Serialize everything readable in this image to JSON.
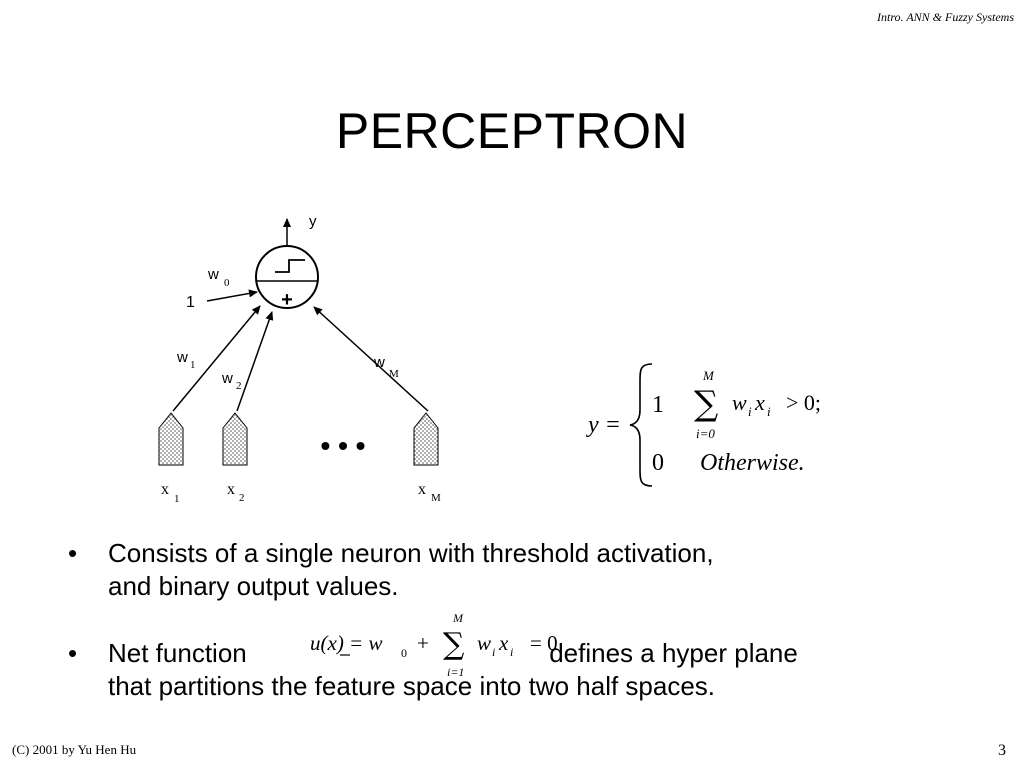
{
  "header": {
    "course": "Intro. ANN & Fuzzy Systems"
  },
  "slide": {
    "title": "PERCEPTRON",
    "page_number": "3",
    "footer": "(C) 2001 by Yu Hen Hu"
  },
  "diagram": {
    "output_label": "y",
    "bias_input": "1",
    "bias_weight": "w",
    "bias_weight_sub": "0",
    "plus_sign": "+",
    "weights": [
      {
        "base": "w",
        "sub": "1"
      },
      {
        "base": "w",
        "sub": "2"
      },
      {
        "base": "w",
        "sub": "M"
      }
    ],
    "inputs": [
      {
        "base": "x",
        "sub": "1"
      },
      {
        "base": "x",
        "sub": "2"
      },
      {
        "base": "x",
        "sub": "M"
      }
    ],
    "ellipsis": "• • •"
  },
  "equation": {
    "lhs": "y =",
    "case1_value": "1",
    "case1_condition": "> 0;",
    "sum_upper": "M",
    "sum_lower": "i=0",
    "case2_value": "0",
    "case2_condition": "Otherwise."
  },
  "bullets": {
    "bullet1_line1": "Consists of a single neuron with threshold activation,",
    "bullet1_line2": "and binary output values.",
    "bullet2_before": "Net function",
    "bullet2_after": "defines a hyper plane",
    "bullet2_line2": "that partitions the feature space into two half spaces.",
    "net_lhs": "u(x) = w",
    "net_lhs_sub": "0",
    "net_plus": "+",
    "net_sum_upper": "M",
    "net_sum_lower": "i=1",
    "net_rhs": "= 0",
    "bullet_symbol": "•"
  }
}
